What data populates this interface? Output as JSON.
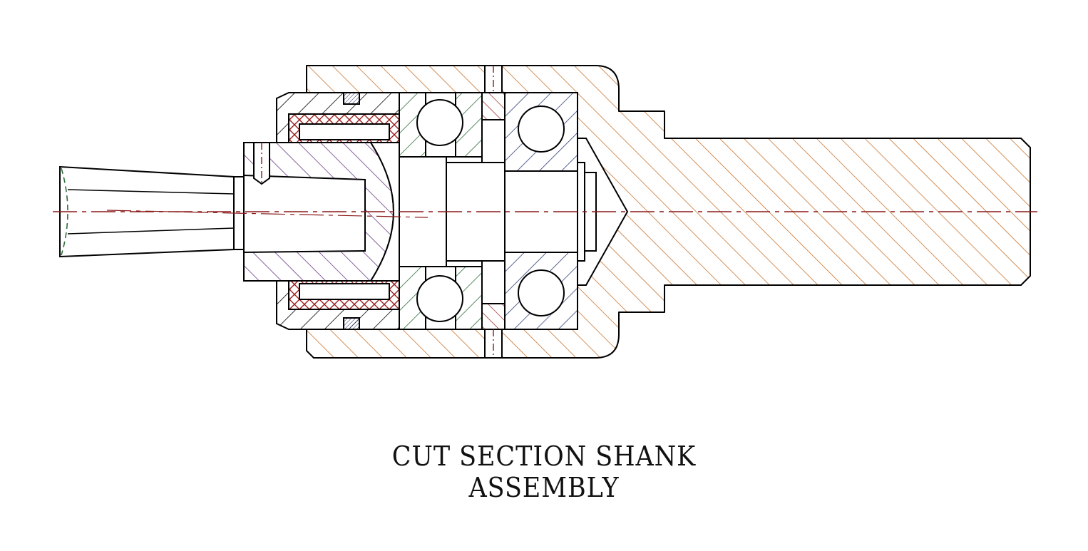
{
  "caption": {
    "line1": "CUT SECTION SHANK",
    "line2": "ASSEMBLY"
  },
  "colors": {
    "housing_hatch": "#c8742f",
    "sleeve_hatch": "#6b3a86",
    "front_bearing_hatch": "#2e6e3a",
    "rear_bearing_hatch": "#2f3f7a",
    "seal_crosshatch": "#9b1c1c",
    "spacer_hatch": "#9b1c1c",
    "oring": "#3d4f9a",
    "centerline": "#8b1a1a",
    "tool_dashed": "#2e6e3a",
    "outline": "#000000"
  },
  "parts": [
    "shank-housing",
    "tool-holder-sleeve",
    "front-ball-bearing",
    "rear-ball-bearing",
    "seal-cage",
    "bearing-spacer",
    "o-ring",
    "spindle",
    "tapered-tool",
    "set-screw",
    "lubrication-hole",
    "lock-nut"
  ]
}
